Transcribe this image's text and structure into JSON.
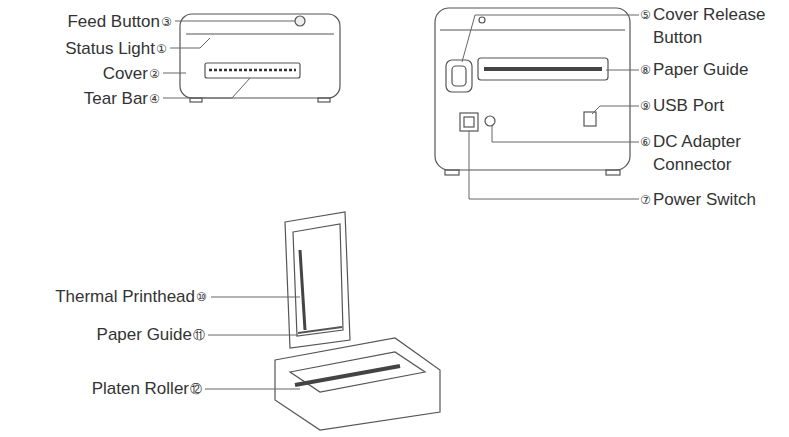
{
  "diagram": {
    "labels": [
      "Feed Button",
      "③",
      "Status Light",
      "①",
      "Cover",
      "②",
      "Tear Bar",
      "④",
      "⑤",
      "Cover Release Button",
      "⑧",
      "Paper Guide",
      "⑨",
      "USB Port",
      "⑥",
      "DC Adapter Connector",
      "⑦",
      "Power Switch",
      "Thermal Printhead",
      "⑩",
      "Paper Guide",
      "⑪",
      "Platen Roller",
      "⑫"
    ]
  }
}
